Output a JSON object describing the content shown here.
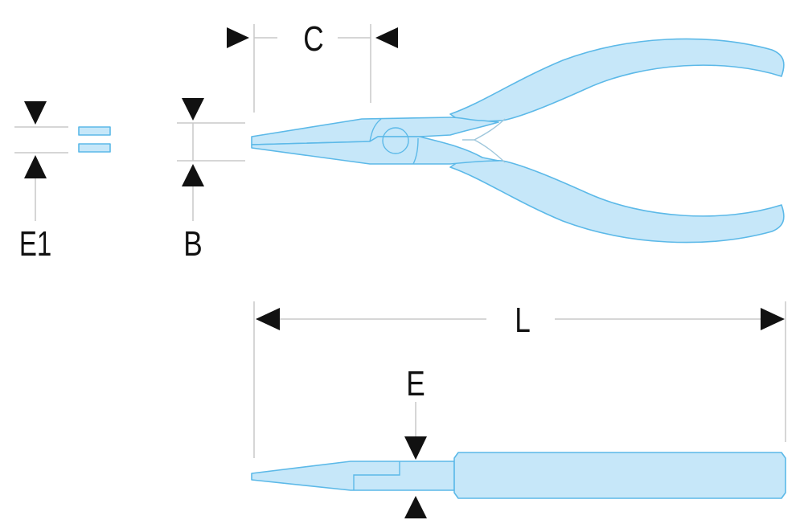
{
  "labels": {
    "c": "C",
    "e1": "E1",
    "b": "B",
    "l": "L",
    "e": "E"
  },
  "colors": {
    "fill": "#c6e7f9",
    "stroke": "#5cb9e8",
    "arrow": "#111111",
    "dimension_line": "#c8c8c8"
  }
}
